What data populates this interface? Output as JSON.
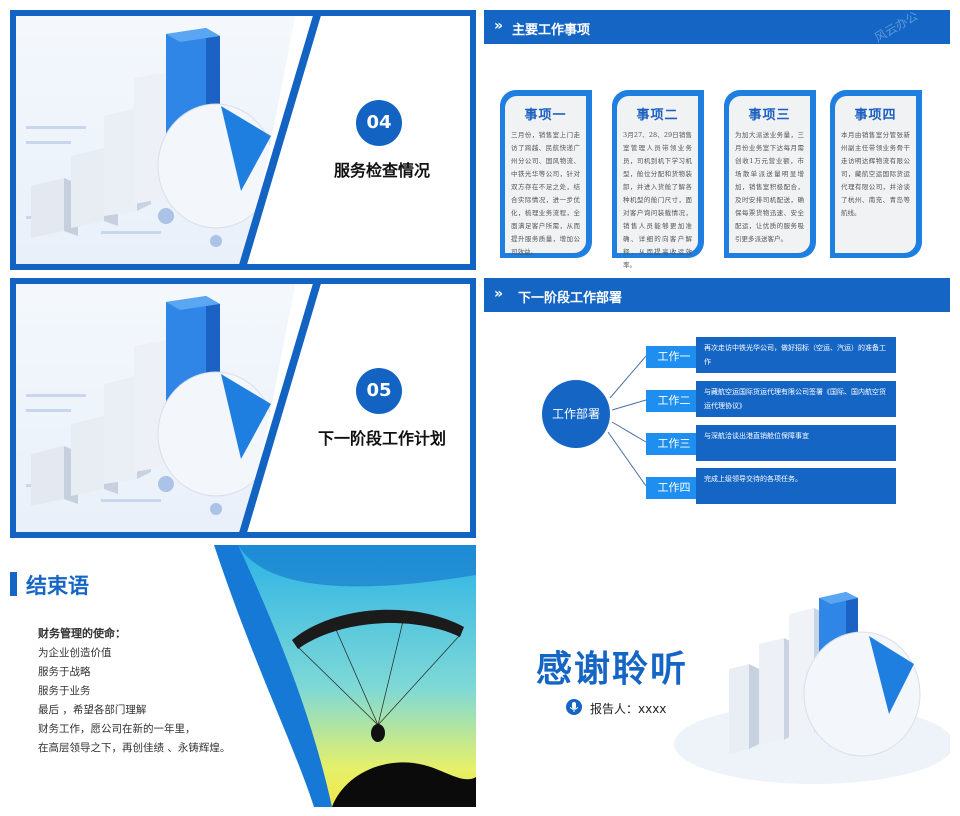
{
  "slide1": {
    "number": "04",
    "title": "服务检查情况"
  },
  "slide2": {
    "header": "主要工作事项",
    "cards": [
      {
        "title": "事项一",
        "body": "三月份，销售室上门走访了跨越、民航快递广州分公司、国风物流、中铁光华等公司，针对双方存在不足之处，结合实际情况，进一步优化，梳理业务流程，全面满足客户所需，从而提升服务质量，增加公司效益。"
      },
      {
        "title": "事项二",
        "body": "3月27、28、29日销售室管理人员带领业务员，司机到机下学习机型，舱位分配和货物装卸，并进入货舱了解各种机型的舱门尺寸，面对客户询问装载情况，销售人员能够更加准确、详细的向客户解释，从而提高收运效率。"
      },
      {
        "title": "事项三",
        "body": "为加大派送业务量，三月份业务室下达每月需创收1万元营业额，市场散单派送量明显增加，销售室积极配合，及时安排司机配送，确保每票货物迅速、安全配运，让优质的服务吸引更多派送客户。"
      },
      {
        "title": "事项四",
        "body": "本月由销售室分管张新州副主任带领业务骨干走访明达辉物流有限公司，藏航空运国际货运代理有限公司，并洽谈了杭州、南充、青岛等航线。"
      }
    ],
    "watermark": "风云办公"
  },
  "slide3": {
    "number": "05",
    "title": "下一阶段工作计划"
  },
  "slide4": {
    "header": "下一阶段工作部署",
    "hub": "工作部署",
    "items": [
      {
        "tag": "工作一",
        "text": "再次走访中铁光华公司，做好招标（空运、汽运）的准备工作"
      },
      {
        "tag": "工作二",
        "text": "与藏航空运国际货运代理有限公司签署《国际、国内航空货运代理协议》"
      },
      {
        "tag": "工作三",
        "text": "与深航洽谈出港直销舱位保障事宜"
      },
      {
        "tag": "工作四",
        "text": "完成上级领导交待的各项任务。"
      }
    ]
  },
  "slide5": {
    "title": "结束语",
    "lead": "财务管理的使命：",
    "lines": [
      "为企业创造价值",
      "服务于战略",
      "服务于业务",
      "最后 ，希望各部门理解",
      "财务工作，愿公司在新的一年里，",
      "在高层领导之下，再创佳绩 、永铸辉煌。"
    ]
  },
  "slide6": {
    "title": "感谢聆听",
    "reporter": "报告人：xxxx"
  },
  "colors": {
    "primary": "#1465c4",
    "accent": "#1e8ff0",
    "card_bg": "#f1f2f4"
  }
}
